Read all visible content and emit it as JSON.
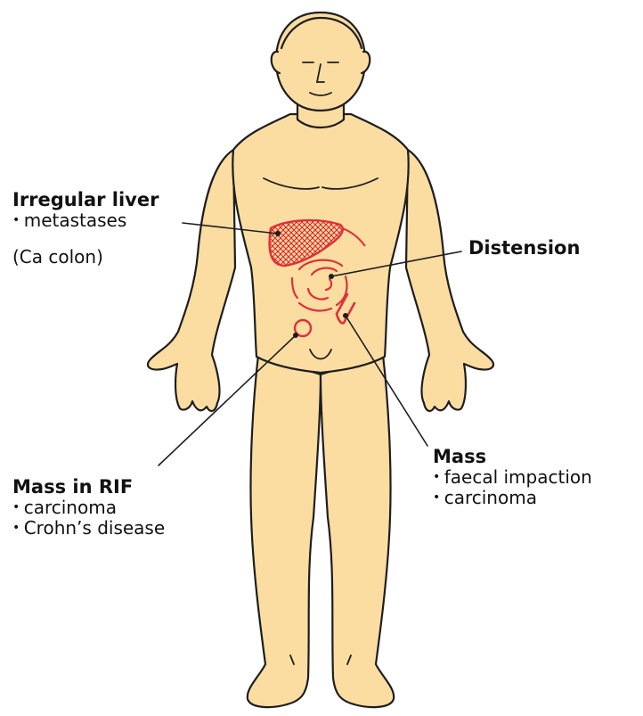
{
  "colors": {
    "skin": "#FBDDA2",
    "outline": "#1e1e1e",
    "lesion": "#E0303A",
    "liver_fill": "#F4B6AE",
    "background": "#FFFFFF"
  },
  "annotations": {
    "liver": {
      "heading": "Irregular liver",
      "items": [
        "metastases"
      ],
      "note": "(Ca colon)"
    },
    "distension": {
      "heading": "Distension"
    },
    "rif": {
      "heading": "Mass in RIF",
      "items": [
        "carcinoma",
        "Crohn’s disease"
      ]
    },
    "mass": {
      "heading": "Mass",
      "items": [
        "faecal impaction",
        "carcinoma"
      ]
    }
  }
}
